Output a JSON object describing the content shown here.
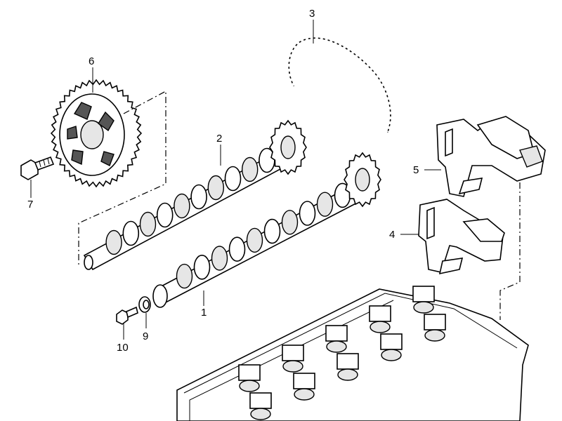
{
  "labels": [
    {
      "id": "1",
      "text": "1"
    },
    {
      "id": "2",
      "text": "2"
    },
    {
      "id": "3",
      "text": "3"
    },
    {
      "id": "4",
      "text": "4"
    },
    {
      "id": "5",
      "text": "5"
    },
    {
      "id": "6",
      "text": "6"
    },
    {
      "id": "7",
      "text": "7"
    },
    {
      "id": "9",
      "text": "9"
    },
    {
      "id": "10",
      "text": "10"
    }
  ],
  "colors": {
    "line": "#000000",
    "background": "#ffffff",
    "shade": "#e6e6e6"
  }
}
